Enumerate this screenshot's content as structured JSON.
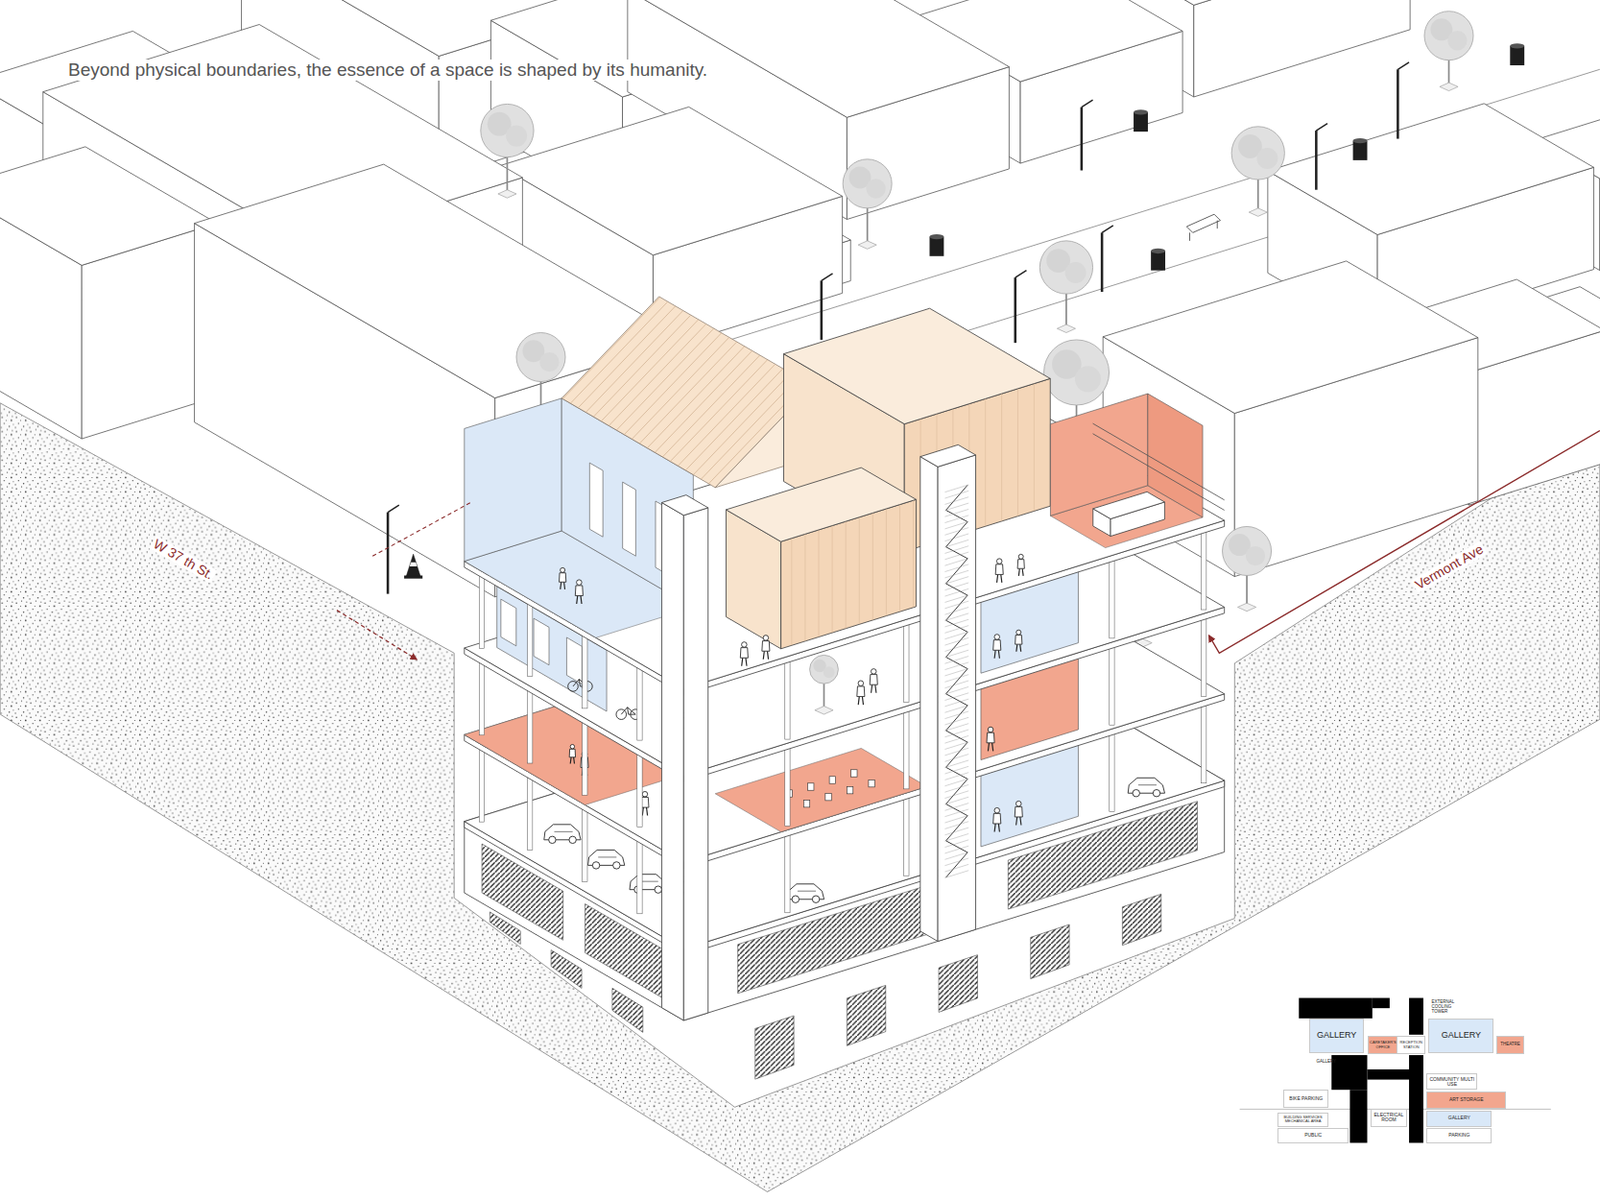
{
  "diagram": {
    "title": "Beyond physical boundaries, the essence of a space is shaped by its humanity.",
    "nodes": [
      {
        "text": [
          "GALLERY"
        ]
      },
      {
        "text": [
          "CARETAKER'S OFFICE"
        ]
      },
      {
        "text": [
          "RECEPTION STATION"
        ]
      },
      {
        "text": [
          "GALLERY"
        ]
      },
      {
        "text": [
          "THEATRE"
        ]
      },
      {
        "text": [
          "COMMUNITY MULTI USE"
        ]
      },
      {
        "text": [
          "ART STORAGE"
        ]
      },
      {
        "text": [
          "BIKE PARKING"
        ]
      },
      {
        "text": [
          "BUILDING SERVICES MECHANICAL AREA"
        ]
      },
      {
        "text": [
          "ELECTRICAL ROOM"
        ]
      },
      {
        "text": [
          "GALLERY"
        ]
      },
      {
        "text": [
          "PUBLIC"
        ]
      },
      {
        "text": [
          "PARKING"
        ]
      }
    ],
    "labels": [
      "W 37 th St.",
      "Vermont Ave",
      "EXTERNAL COOLING TOWER",
      "GALLERY"
    ]
  }
}
